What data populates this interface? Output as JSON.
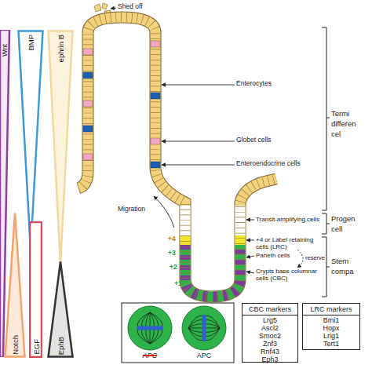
{
  "diagram": {
    "nodes": [
      {
        "text": [
          "Wnt"
        ]
      },
      {
        "text": [
          "BMP"
        ]
      },
      {
        "text": [
          "ephrin B"
        ]
      },
      {
        "text": [
          "Notch"
        ]
      },
      {
        "text": [
          "EGF"
        ]
      },
      {
        "text": [
          "EphB"
        ]
      },
      {
        "text": [
          "APC"
        ]
      },
      {
        "text": [
          "APC"
        ]
      },
      {
        "text": [
          "CBC markers",
          "Lrg5 Ascl2 Smoc2 Znf3 Rnf43 Eph3"
        ]
      },
      {
        "text": [
          "LRC markers",
          "Bmi1 Hopx Lrig1 Tert1"
        ]
      }
    ],
    "labels": [
      "Shed off",
      "Enterocytes",
      "Globet cells",
      "Enteroendocrine cells",
      "Migration",
      "Transit-amplifying cells",
      "+4 or Label retaining cells (LRC)",
      "Paneth cells",
      "reserve",
      "Crypts base columnar cells (CBC)",
      "+4",
      "+3",
      "+2",
      "+1",
      "Termi",
      "differen",
      "cel",
      "Progen",
      "cell",
      "Stem",
      "compa"
    ]
  }
}
